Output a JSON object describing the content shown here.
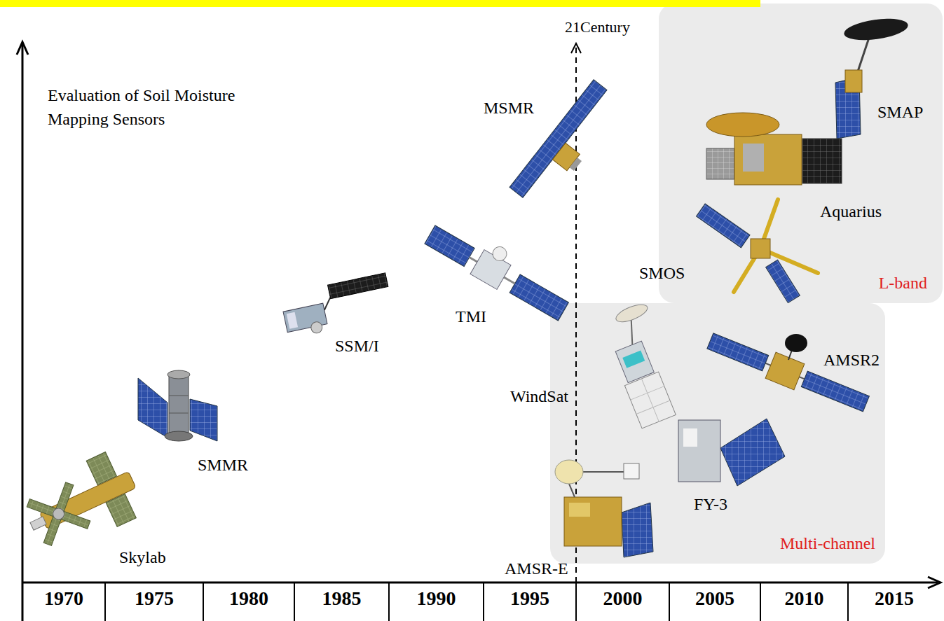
{
  "diagram": {
    "title": "Evaluation of Soil Moisture Mapping Sensors",
    "nodes": [
      {
        "text": [
          "L-band"
        ]
      },
      {
        "text": [
          "Multi-channel"
        ]
      }
    ],
    "labels": [
      "Skylab",
      "SMMR",
      "SSM/I",
      "TMI",
      "MSMR",
      "AMSR-E",
      "WindSat",
      "FY-3",
      "AMSR2",
      "SMOS",
      "Aquarius",
      "SMAP",
      "21Century",
      "1970",
      "1975",
      "1980",
      "1985",
      "1990",
      "1995",
      "2000",
      "2005",
      "2010",
      "2015"
    ]
  }
}
